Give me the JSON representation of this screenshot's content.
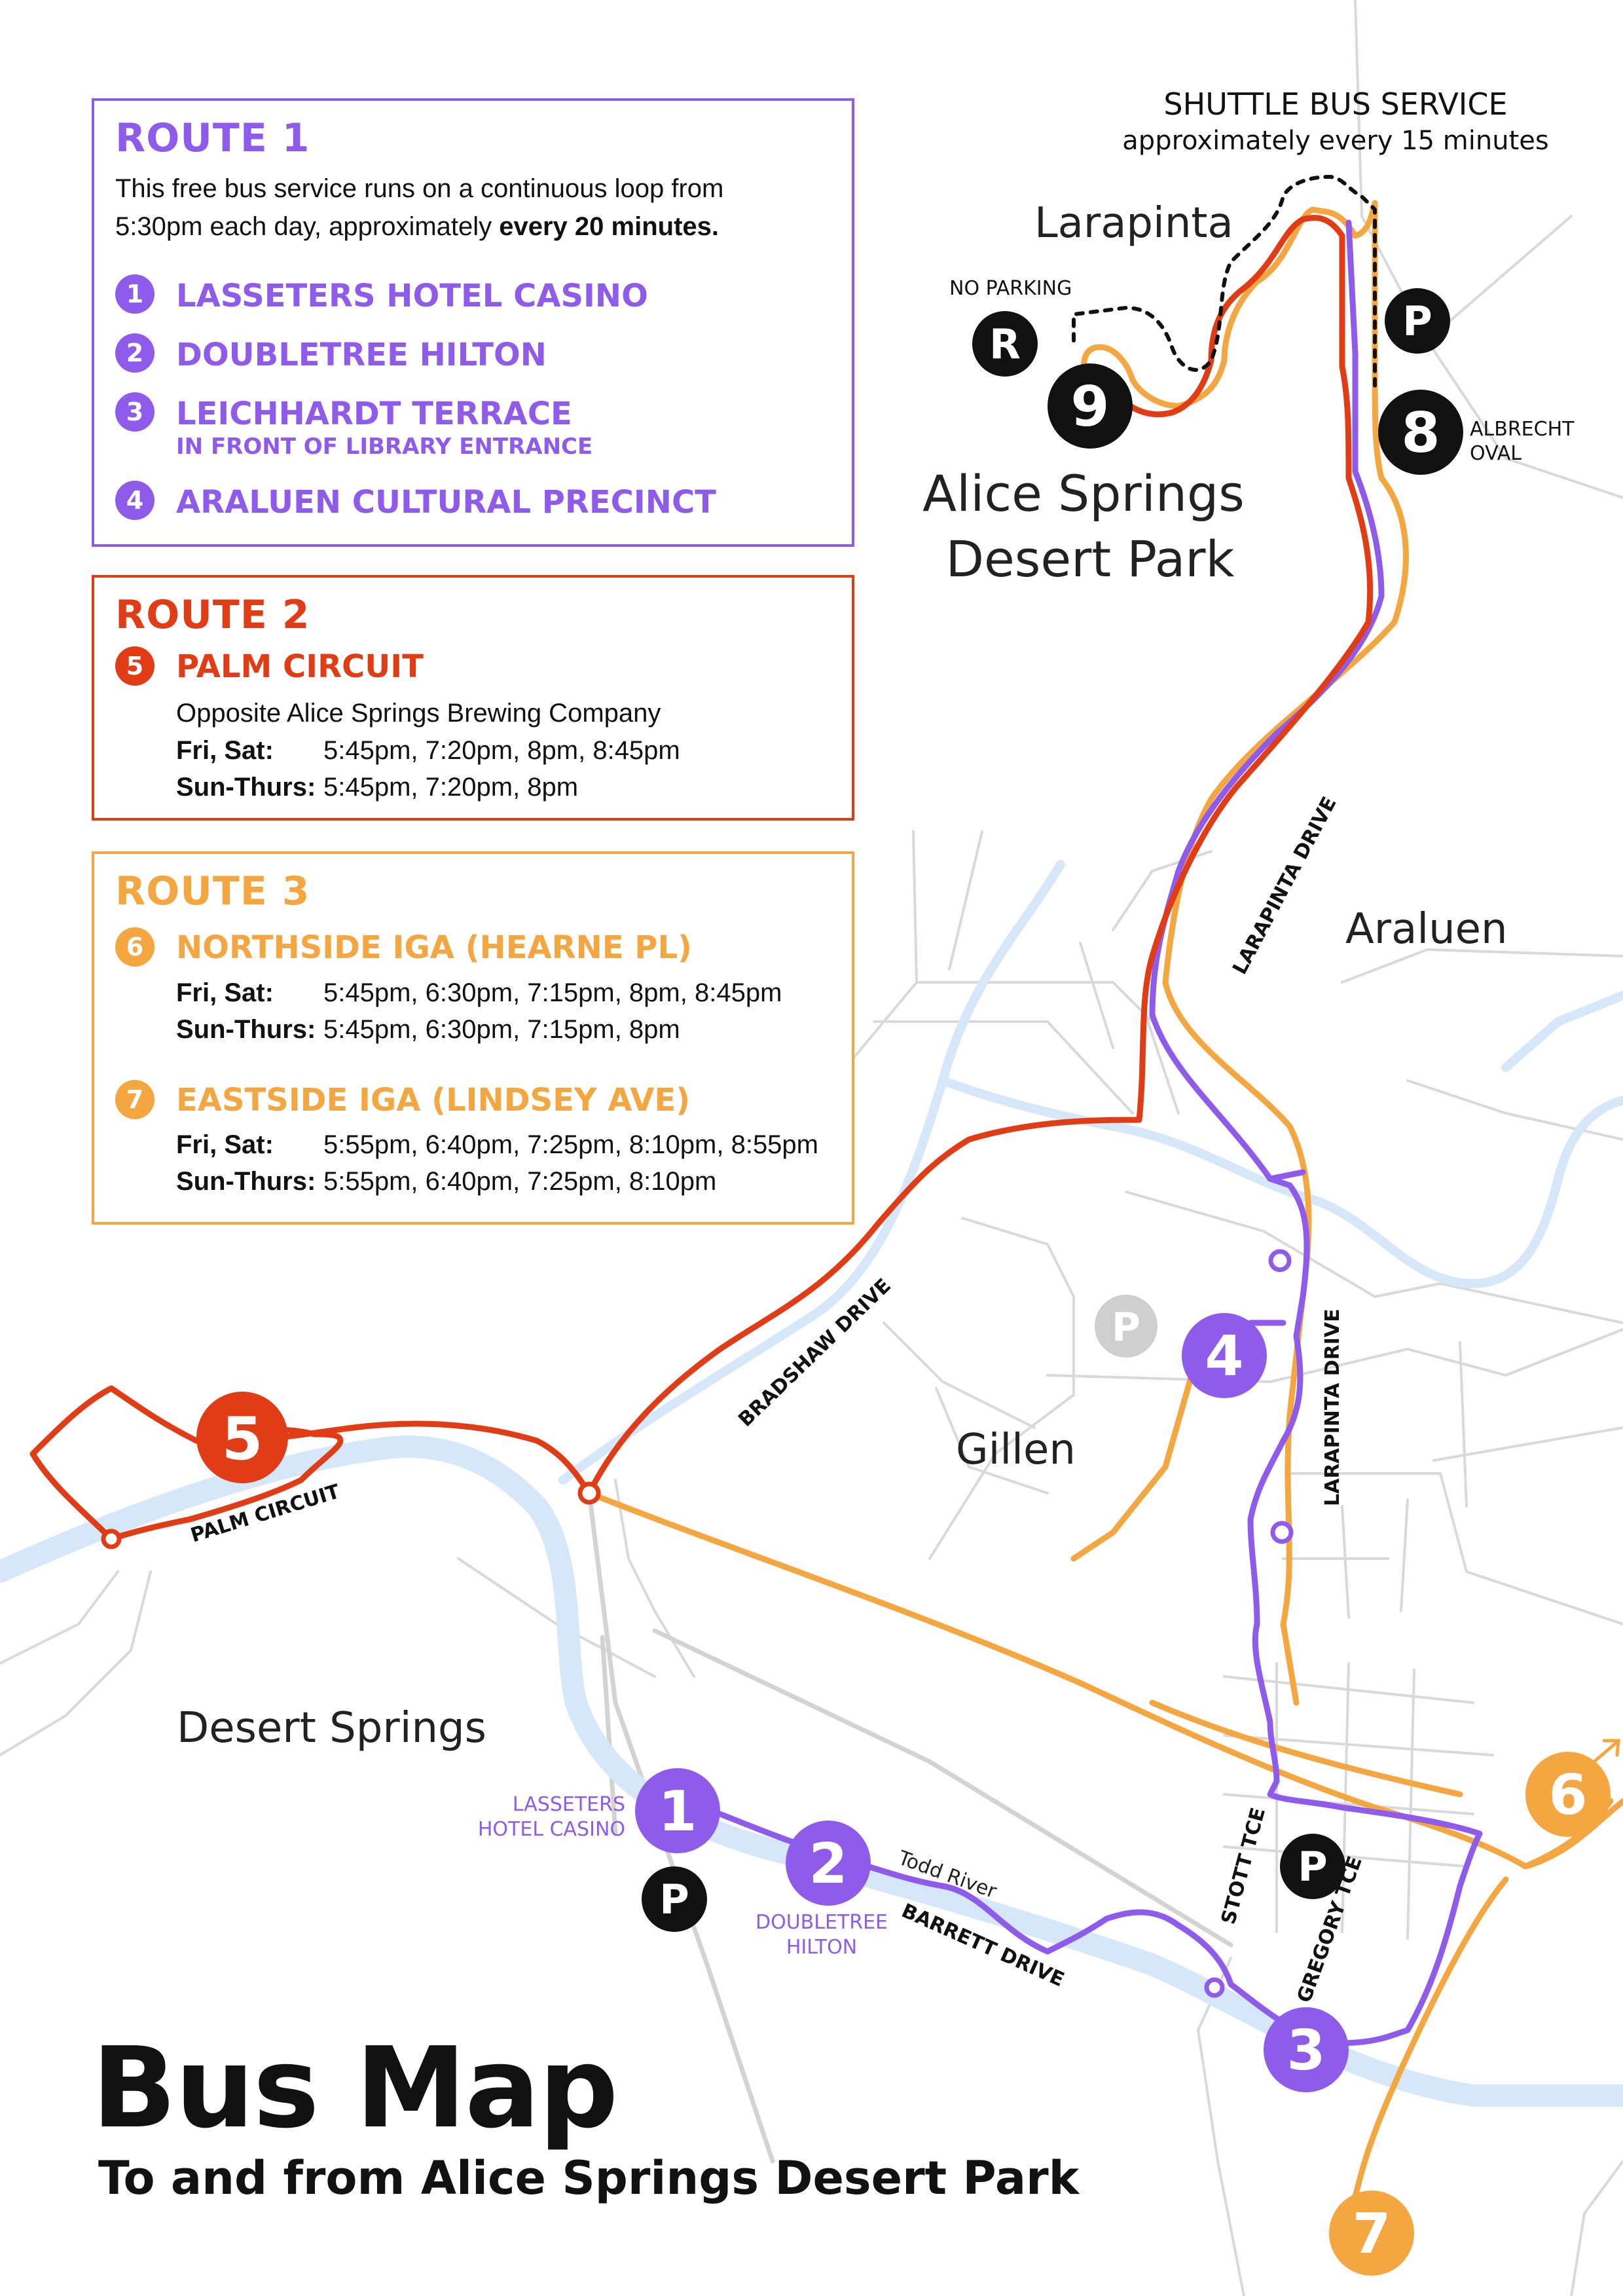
{
  "colors": {
    "route1": "#8e5bea",
    "route2": "#e03c16",
    "route3": "#f4a640",
    "river": "#d7e7fa",
    "street": "#d9d9d9",
    "ink": "#111111",
    "parking_grey": "#cfcfcf"
  },
  "route1": {
    "title": "ROUTE 1",
    "desc_line1": "This free bus service runs on a continuous loop from",
    "desc_line2_prefix": "5:30pm each day, approximately ",
    "desc_line2_bold": "every 20 minutes.",
    "stops": [
      {
        "num": "1",
        "name": "LASSETERS HOTEL CASINO",
        "sub": ""
      },
      {
        "num": "2",
        "name": "DOUBLETREE HILTON",
        "sub": ""
      },
      {
        "num": "3",
        "name": "LEICHHARDT TERRACE",
        "sub": "IN FRONT OF LIBRARY ENTRANCE"
      },
      {
        "num": "4",
        "name": "ARALUEN CULTURAL PRECINCT",
        "sub": ""
      }
    ]
  },
  "route2": {
    "title": "ROUTE 2",
    "stop_num": "5",
    "stop_name": "PALM CIRCUIT",
    "location": "Opposite Alice Springs Brewing Company",
    "schedule": [
      {
        "days": "Fri, Sat:",
        "times": "5:45pm, 7:20pm, 8pm, 8:45pm"
      },
      {
        "days": "Sun-Thurs:",
        "times": "5:45pm, 7:20pm, 8pm"
      }
    ]
  },
  "route3": {
    "title": "ROUTE 3",
    "stops": [
      {
        "num": "6",
        "name": "NORTHSIDE IGA (HEARNE PL)",
        "schedule": [
          {
            "days": "Fri, Sat:",
            "times": "5:45pm, 6:30pm, 7:15pm, 8pm, 8:45pm"
          },
          {
            "days": "Sun-Thurs:",
            "times": "5:45pm, 6:30pm, 7:15pm, 8pm"
          }
        ]
      },
      {
        "num": "7",
        "name": "EASTSIDE IGA (LINDSEY AVE)",
        "schedule": [
          {
            "days": "Fri, Sat:",
            "times": "5:55pm, 6:40pm, 7:25pm, 8:10pm, 8:55pm"
          },
          {
            "days": "Sun-Thurs:",
            "times": "5:55pm, 6:40pm, 7:25pm, 8:10pm"
          }
        ]
      }
    ]
  },
  "shuttle": {
    "title": "SHUTTLE BUS SERVICE",
    "subtitle": "approximately every 15 minutes"
  },
  "map": {
    "places": {
      "larapinta": "Larapinta",
      "park_line1": "Alice Springs",
      "park_line2": "Desert Park",
      "araluen": "Araluen",
      "gillen": "Gillen",
      "desert_springs": "Desert Springs"
    },
    "roads": {
      "larapinta_drive_1": "LARAPINTA DRIVE",
      "larapinta_drive_2": "LARAPINTA DRIVE",
      "bradshaw_drive": "BRADSHAW DRIVE",
      "palm_circuit": "PALM CIRCUIT",
      "barrett_drive": "BARRETT DRIVE",
      "stott_tce": "STOTT TCE",
      "gregory_tce": "GREGORY TCE",
      "todd_river": "Todd River"
    },
    "labels": {
      "no_parking": "NO PARKING",
      "albrecht_line1": "ALBRECHT",
      "albrecht_line2": "OVAL",
      "lasseters_line1": "LASSETERS",
      "lasseters_line2": "HOTEL CASINO",
      "doubletree_line1": "DOUBLETREE",
      "doubletree_line2": "HILTON"
    },
    "markers": {
      "parking": "P",
      "no_parking": "R",
      "stop1": "1",
      "stop2": "2",
      "stop3": "3",
      "stop4": "4",
      "stop5": "5",
      "stop6": "6",
      "stop7": "7",
      "stop8": "8",
      "stop9": "9"
    }
  },
  "footer": {
    "title": "Bus Map",
    "subtitle": "To and from Alice Springs Desert Park"
  }
}
